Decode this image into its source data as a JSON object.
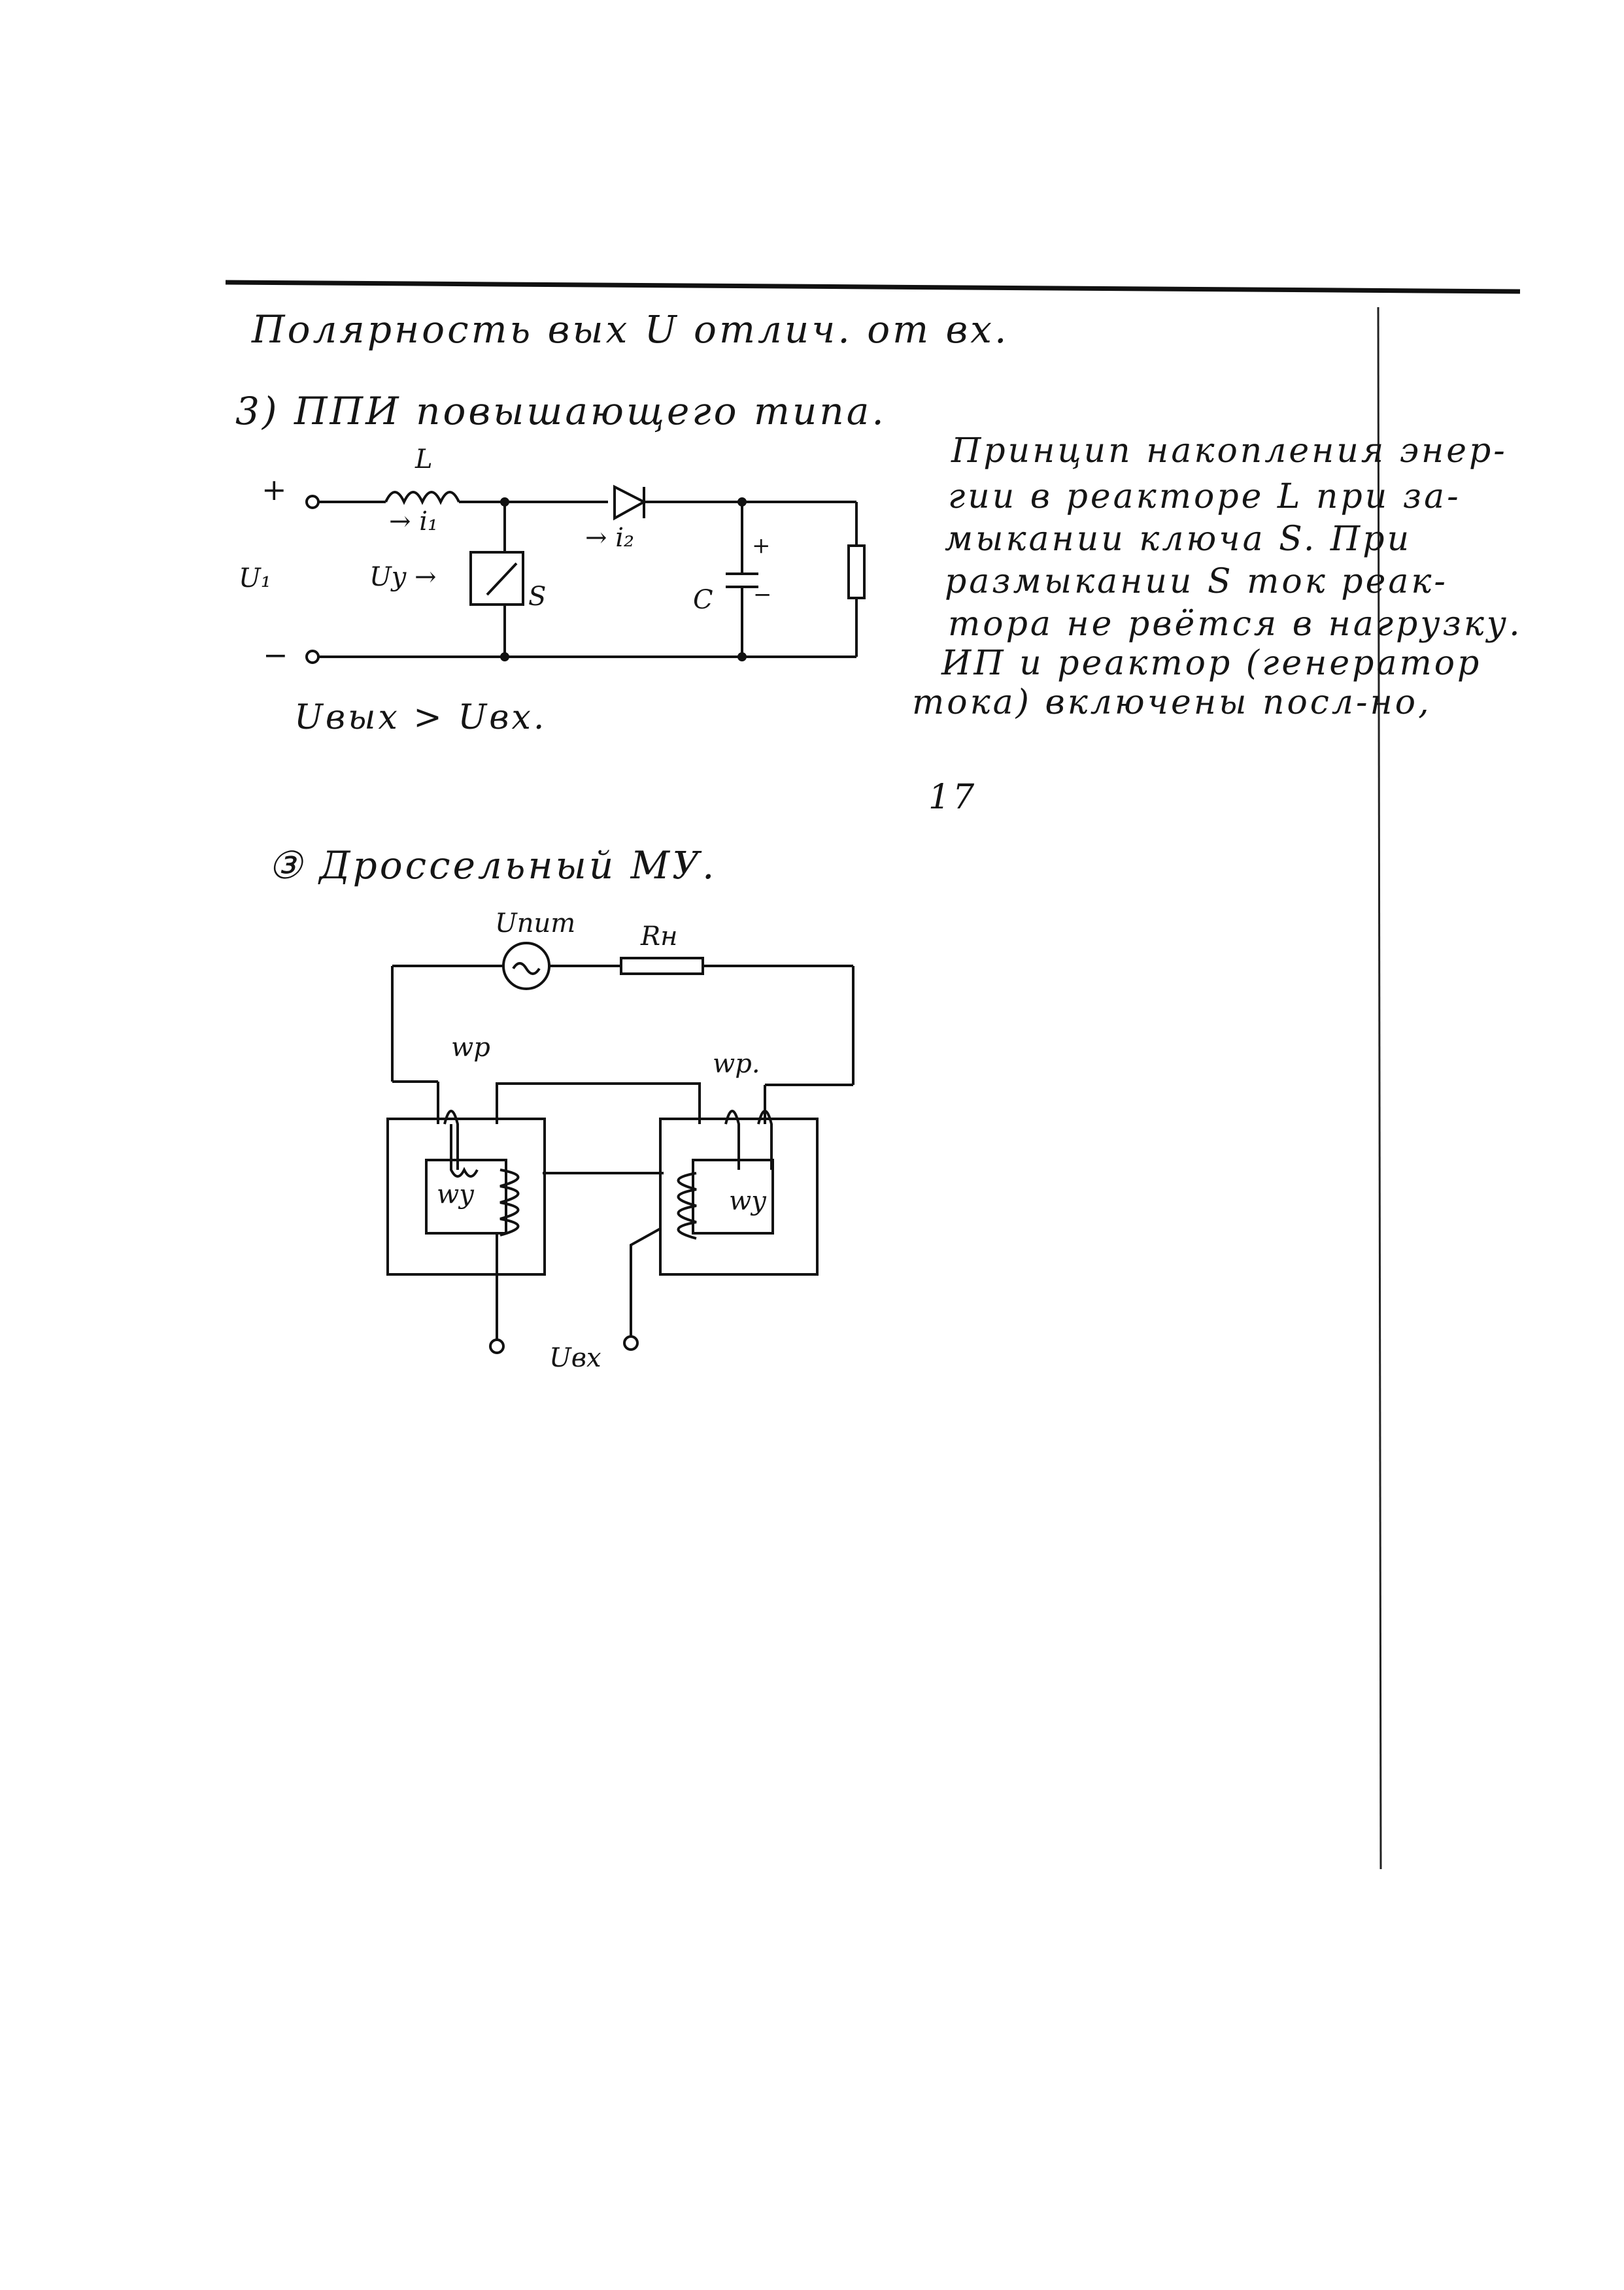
{
  "page": {
    "heading_polarity": "Полярность вых U отлич. от вх.",
    "section_title": "3) ППИ повышающего типа.",
    "result_relation": "Uвых > Uвх.",
    "explanation_lines": [
      "Принцип накопления энер-",
      "гии в реакторе L при за-",
      "мыкании ключа S. При",
      "размыкании S ток реак-",
      "тора не рвётся в нагрузку.",
      "ИП и реактор (генератор",
      "тока) включены посл-но,"
    ],
    "page_mark": "17",
    "section3_title": "③ Дроссельный МУ."
  },
  "circuit1": {
    "plus": "+",
    "minus": "−",
    "u1": "U₁",
    "inductor": "L",
    "i1": "→ i₁",
    "i2": "→ i₂",
    "uy": "Uy →",
    "switch": "S",
    "cap": "C",
    "cap_plus": "+",
    "cap_minus": "−"
  },
  "circuit2": {
    "source": "Uпит",
    "load": "Rн",
    "wp_left": "wр",
    "wp_right": "wр.",
    "wy_left": "wу",
    "wy_right": "wу",
    "input": "Uвх"
  }
}
